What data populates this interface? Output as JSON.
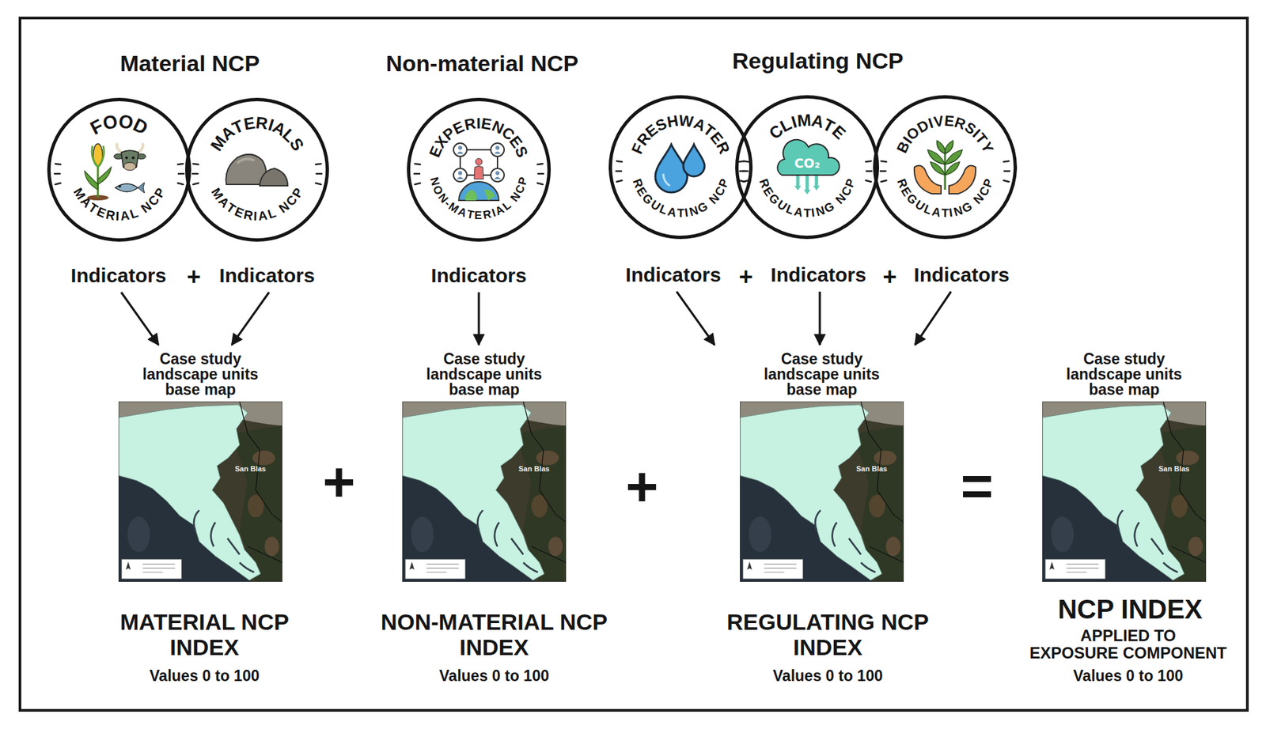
{
  "diagram": {
    "nodes": [
      {
        "text": [
          "FOOD",
          "MATERIAL NCP",
          "Indicators"
        ]
      },
      {
        "text": [
          "MATERIALS",
          "MATERIAL NCP",
          "Indicators"
        ]
      },
      {
        "text": [
          "EXPERIENCES",
          "NON-MATERIAL NCP",
          "Indicators"
        ]
      },
      {
        "text": [
          "FRESHWATER",
          "REGULATING NCP",
          "Indicators"
        ]
      },
      {
        "text": [
          "CLIMATE",
          "REGULATING NCP",
          "Indicators"
        ]
      },
      {
        "text": [
          "BIODIVERSITY",
          "REGULATING NCP",
          "Indicators"
        ]
      },
      {
        "text": [
          "Case study landscape units base map",
          "San Blas"
        ]
      },
      {
        "text": [
          "Case study landscape units base map",
          "San Blas"
        ]
      },
      {
        "text": [
          "Case study landscape units base map",
          "San Blas"
        ]
      },
      {
        "text": [
          "Case study landscape units base map",
          "San Blas"
        ]
      }
    ],
    "edges": [
      {
        "from": 0,
        "to": 6,
        "arrow": "to"
      },
      {
        "from": 1,
        "to": 6,
        "arrow": "to"
      },
      {
        "from": 2,
        "to": 7,
        "arrow": "to"
      },
      {
        "from": 3,
        "to": 8,
        "arrow": "to"
      },
      {
        "from": 4,
        "to": 8,
        "arrow": "to"
      },
      {
        "from": 5,
        "to": 8,
        "arrow": "to"
      }
    ],
    "labels": [
      "Material NCP",
      "Non-material NCP",
      "Regulating NCP",
      "CO₂",
      "+",
      "+",
      "+",
      "+",
      "+",
      "=",
      "MATERIAL NCP INDEX",
      "Values 0 to 100",
      "NON-MATERIAL NCP INDEX",
      "Values 0 to 100",
      "REGULATING NCP INDEX",
      "Values 0 to 100",
      "NCP INDEX",
      "APPLIED TO",
      "EXPOSURE COMPONENT",
      "Values 0 to 100"
    ]
  }
}
